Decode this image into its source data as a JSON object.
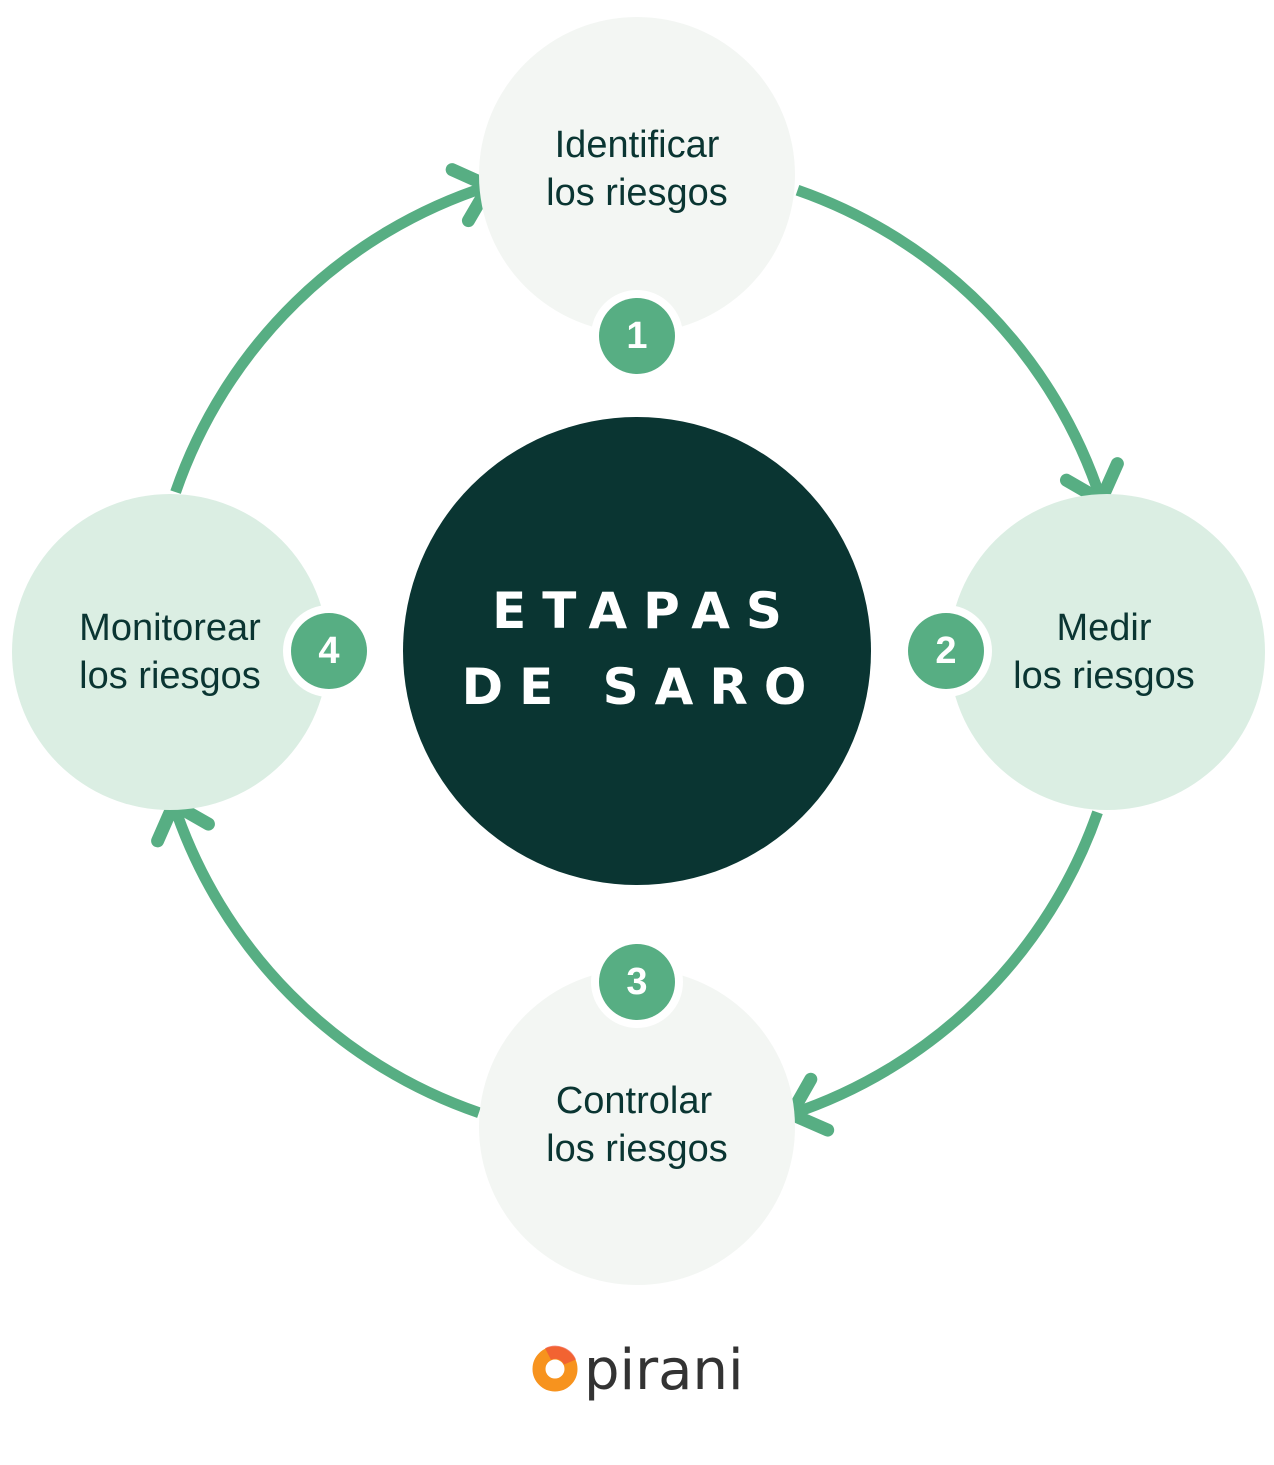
{
  "title": {
    "line1": "ETAPAS",
    "line2": "DE SARO"
  },
  "stages": [
    {
      "number": "1",
      "line1": "Identificar",
      "line2": "los riesgos"
    },
    {
      "number": "2",
      "line1": "Medir",
      "line2": "los riesgos"
    },
    {
      "number": "3",
      "line1": "Controlar",
      "line2": "los riesgos"
    },
    {
      "number": "4",
      "line1": "Monitorear",
      "line2": "los riesgos"
    }
  ],
  "logo": {
    "text": "pirani"
  },
  "colors": {
    "accent": "#57ae83",
    "dark": "#0a3532",
    "light_grey": "#f3f6f3",
    "light_green": "#dbeee3",
    "logo_orange": "#f7931e"
  }
}
